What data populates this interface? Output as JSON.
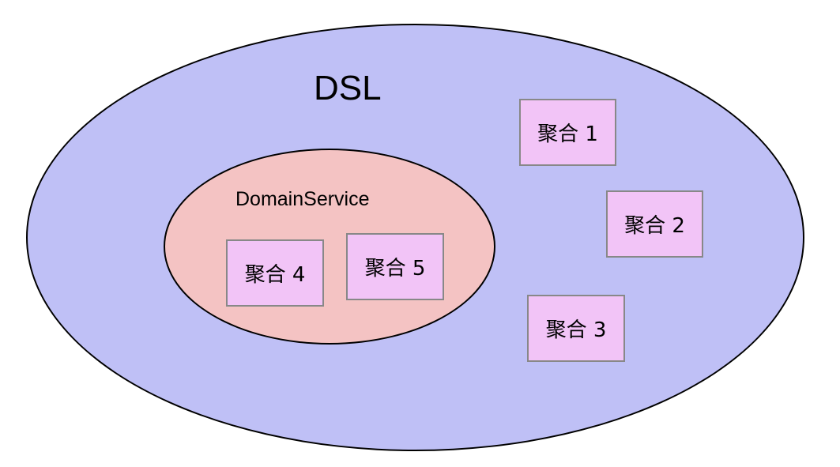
{
  "colors": {
    "outer_fill": "#bfc0f6",
    "inner_fill": "#f4c3c3",
    "box_fill": "#f2c4f7",
    "stroke": "#000000",
    "box_border": "#888888"
  },
  "diagram": {
    "outer": {
      "label": "DSL"
    },
    "inner": {
      "label": "DomainService"
    },
    "aggregates": [
      {
        "label": "聚合 1"
      },
      {
        "label": "聚合 2"
      },
      {
        "label": "聚合 3"
      },
      {
        "label": "聚合 4"
      },
      {
        "label": "聚合 5"
      }
    ]
  }
}
